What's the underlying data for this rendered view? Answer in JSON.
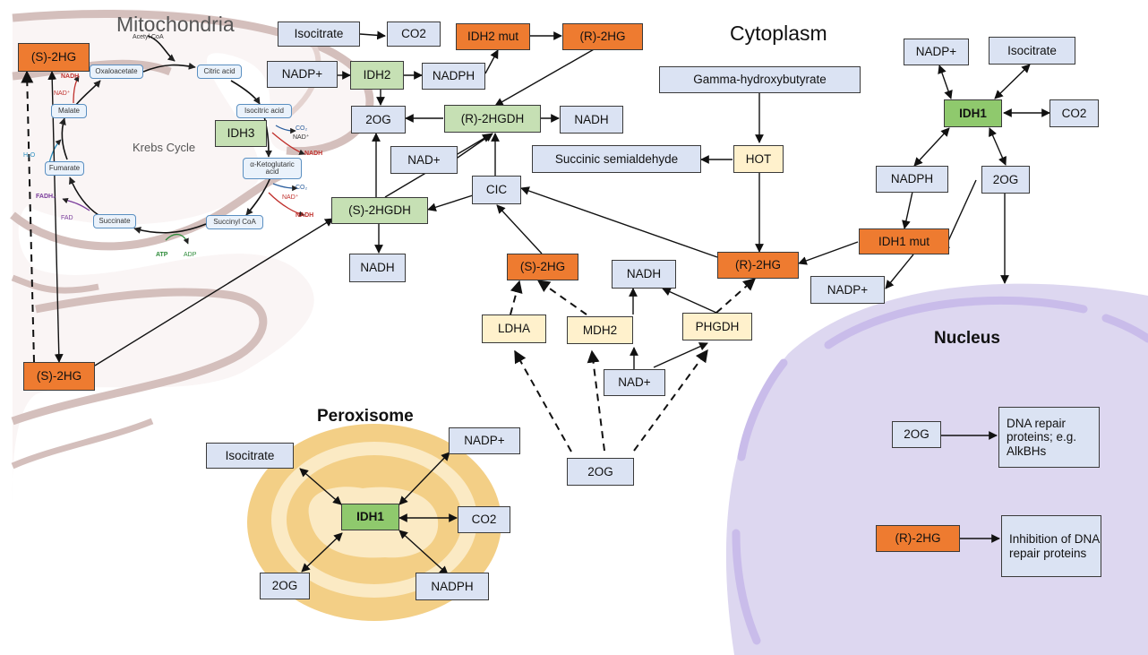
{
  "titles": {
    "mitochondria": "Mitochondria",
    "cytoplasm": "Cytoplasm",
    "nucleus": "Nucleus",
    "peroxisome": "Peroxisome",
    "krebs_cycle": "Krebs Cycle"
  },
  "krebs": {
    "acetyl_coa": "Acetyl CoA",
    "citric_acid": "Citric acid",
    "isocitric_acid": "Isocitric acid",
    "alpha_kg": "α-Ketoglutaric acid",
    "succinyl_coa": "Succinyl CoA",
    "succinate": "Succinate",
    "fumarate": "Fumarate",
    "malate": "Malate",
    "oxaloacetate": "Oxaloacetate",
    "co2": "CO₂",
    "nad": "NAD⁺",
    "nadh": "NADH",
    "fadh2": "FADH₂",
    "fad": "FAD",
    "h2o": "H₂O",
    "atp": "ATP",
    "adp": "ADP"
  },
  "nodes": {
    "s2hg_top": "(S)-2HG",
    "s2hg_bottom": "(S)-2HG",
    "isocitrate_top": "Isocitrate",
    "co2_top": "CO2",
    "idh2_mut": "IDH2 mut",
    "r2hg_top": "(R)-2HG",
    "nadp_plus_top": "NADP+",
    "idh2": "IDH2",
    "nadph_top": "NADPH",
    "idh3": "IDH3",
    "two_og_top": "2OG",
    "r2hgdh": "(R)-2HGDH",
    "nadh_r2hgdh": "NADH",
    "nad_plus_mid": "NAD+",
    "s2hgdh": "(S)-2HGDH",
    "nadh_s2hgdh": "NADH",
    "cic": "CIC",
    "ghb": "Gamma-hydroxybutyrate",
    "ssa": "Succinic semialdehyde",
    "hot": "HOT",
    "s2hg_mid": "(S)-2HG",
    "nadh_mid": "NADH",
    "r2hg_mid": "(R)-2HG",
    "ldha": "LDHA",
    "mdh2": "MDH2",
    "phgdh": "PHGDH",
    "nad_plus_low": "NAD+",
    "two_og_low": "2OG",
    "nadp_right": "NADP+",
    "isocitrate_right": "Isocitrate",
    "idh1_right": "IDH1",
    "co2_right": "CO2",
    "nadph_right": "NADPH",
    "two_og_right": "2OG",
    "idh1_mut": "IDH1 mut",
    "nadp_plus_right_low": "NADP+",
    "nuc_2og": "2OG",
    "nuc_dna_repair": "DNA repair proteins; e.g. AlkBHs",
    "nuc_r2hg": "(R)-2HG",
    "nuc_inhibition": "Inhibition of DNA repair proteins",
    "per_isocitrate": "Isocitrate",
    "per_nadp": "NADP+",
    "per_idh1": "IDH1",
    "per_co2": "CO2",
    "per_2og": "2OG",
    "per_nadph": "NADPH"
  },
  "colors": {
    "blue_box": "#dbe3f3",
    "orange_box": "#ee7b30",
    "green_box": "#c6e0b4",
    "green_enzyme": "#8fc96d",
    "yellow_box": "#fff1cc",
    "nucleus": "#ddd7f0",
    "nucleus_membrane": "#c9bcea",
    "peroxisome_outer": "#f3cf86",
    "mito_membrane": "#c4a8a4"
  }
}
